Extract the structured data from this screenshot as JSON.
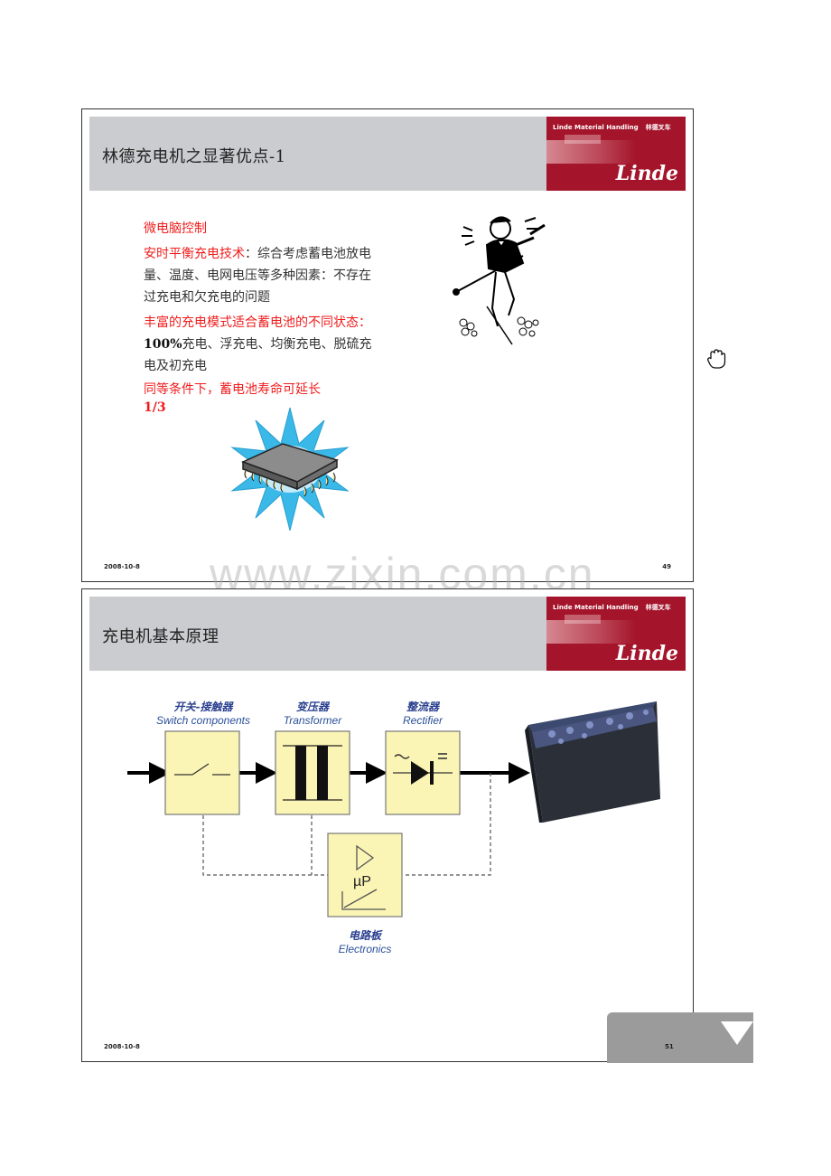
{
  "slides": [
    {
      "title": "林德充电机之显著优点-1",
      "logo": {
        "top_en": "Linde  Material  Handling",
        "top_cn": "林德叉车",
        "wordmark": "Linde"
      },
      "bullets": [
        {
          "heading": "微电脑控制",
          "text": ""
        },
        {
          "heading": "安时平衡充电技术",
          "text": "：综合考虑蓄电池放电量、温度、电网电压等多种因素：不存在过充电和欠充电的问题"
        },
        {
          "heading": "丰富的充电模式适合蓄电池的不同状态：",
          "bold": "100%",
          "text": "充电、浮充电、均衡充电、脱硫充电及初充电"
        },
        {
          "heading": "同等条件下，蓄电池寿命可延长",
          "heading2": "1/3"
        }
      ],
      "images": [
        "cartoon-man-tightrope",
        "microchip-starburst"
      ],
      "footer": {
        "date": "2008-10-8",
        "page": "49"
      }
    },
    {
      "title": "充电机基本原理",
      "logo": {
        "top_en": "Linde  Material  Handling",
        "top_cn": "林德叉车",
        "wordmark": "Linde"
      },
      "diagram": {
        "blocks": [
          {
            "cn": "开关-接触器",
            "en": "Switch components"
          },
          {
            "cn": "变压器",
            "en": "Transformer"
          },
          {
            "cn": "整流器",
            "en": "Rectifier"
          },
          {
            "cn": "电路板",
            "en": "Electronics",
            "symbol": "µP"
          }
        ],
        "output": "battery"
      },
      "footer": {
        "date": "2008-10-8",
        "page": "51"
      }
    }
  ],
  "watermark": "www.zixin.com.cn",
  "nav": {
    "page": "51",
    "arrow": "down-arrow"
  },
  "colors": {
    "header_gray": "#cbcccf",
    "logo_red": "#a4142a",
    "bullet_red": "#f01c1c",
    "block_yellow": "#fbf5b5",
    "label_blue": "#2a3f8f"
  }
}
